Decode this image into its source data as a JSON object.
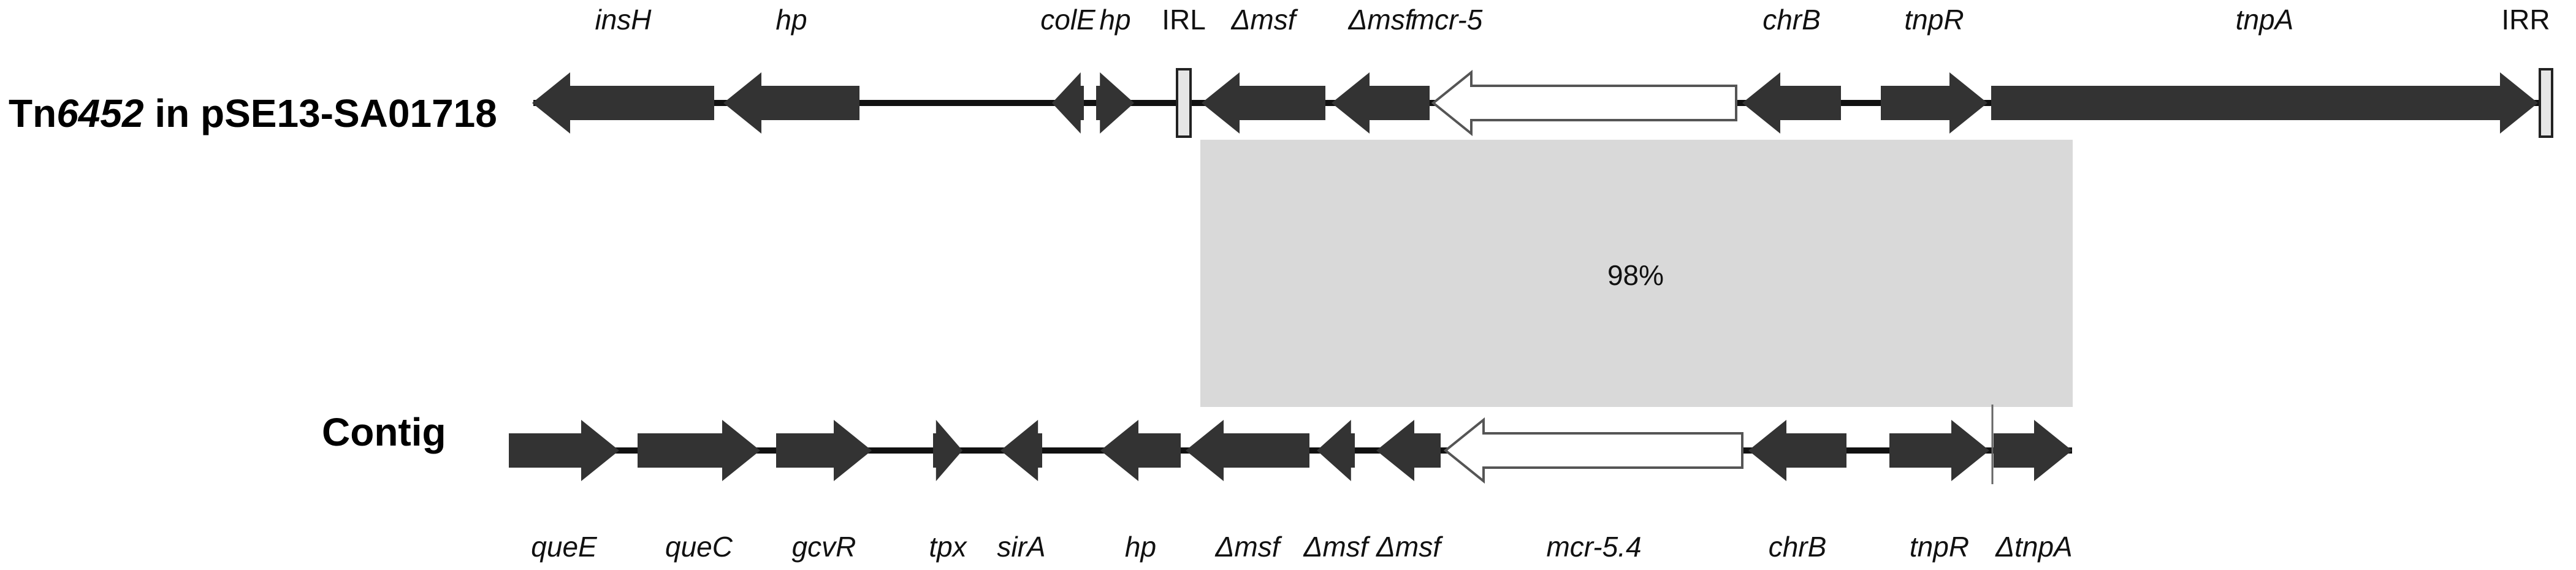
{
  "colors": {
    "gene_fill": "#333333",
    "resistance_gene_fill": "#ffffff",
    "resistance_gene_stroke": "#555555",
    "backbone": "#111111",
    "identity_block": "#d9d9d9",
    "ir_fill": "#e6e6e6"
  },
  "tracks": {
    "top": {
      "label_prefix": "Tn",
      "label_number": "6452",
      "label_suffix": " in pSE13-SA01718",
      "genes": [
        {
          "label": "insH",
          "dir": "left",
          "style": "dark"
        },
        {
          "label": "hp",
          "dir": "left",
          "style": "dark"
        },
        {
          "label": "colE",
          "dir": "left",
          "style": "dark"
        },
        {
          "label": "hp",
          "dir": "right",
          "style": "dark"
        },
        {
          "label": "IRL",
          "dir": "none",
          "style": "ir"
        },
        {
          "label": "Δmsf",
          "dir": "left",
          "style": "dark"
        },
        {
          "label": "Δmsf",
          "dir": "left",
          "style": "dark"
        },
        {
          "label": "mcr-5",
          "dir": "left",
          "style": "open"
        },
        {
          "label": "chrB",
          "dir": "left",
          "style": "dark"
        },
        {
          "label": "tnpR",
          "dir": "right",
          "style": "dark"
        },
        {
          "label": "tnpA",
          "dir": "right",
          "style": "dark"
        },
        {
          "label": "IRR",
          "dir": "none",
          "style": "ir"
        }
      ]
    },
    "bottom": {
      "label": "Contig",
      "genes": [
        {
          "label": "queE",
          "dir": "right",
          "style": "dark"
        },
        {
          "label": "queC",
          "dir": "right",
          "style": "dark"
        },
        {
          "label": "gcvR",
          "dir": "right",
          "style": "dark"
        },
        {
          "label": "tpx",
          "dir": "right",
          "style": "dark"
        },
        {
          "label": "sirA",
          "dir": "left",
          "style": "dark"
        },
        {
          "label": "hp",
          "dir": "left",
          "style": "dark"
        },
        {
          "label": "Δmsf",
          "dir": "left",
          "style": "dark"
        },
        {
          "label": "Δmsf",
          "dir": "left",
          "style": "dark"
        },
        {
          "label": "Δmsf",
          "dir": "left",
          "style": "dark"
        },
        {
          "label": "mcr-5.4",
          "dir": "left",
          "style": "open"
        },
        {
          "label": "chrB",
          "dir": "left",
          "style": "dark"
        },
        {
          "label": "tnpR",
          "dir": "right",
          "style": "dark"
        },
        {
          "label": "ΔtnpA",
          "dir": "right",
          "style": "dark"
        }
      ]
    }
  },
  "identity": {
    "label": "98%"
  }
}
